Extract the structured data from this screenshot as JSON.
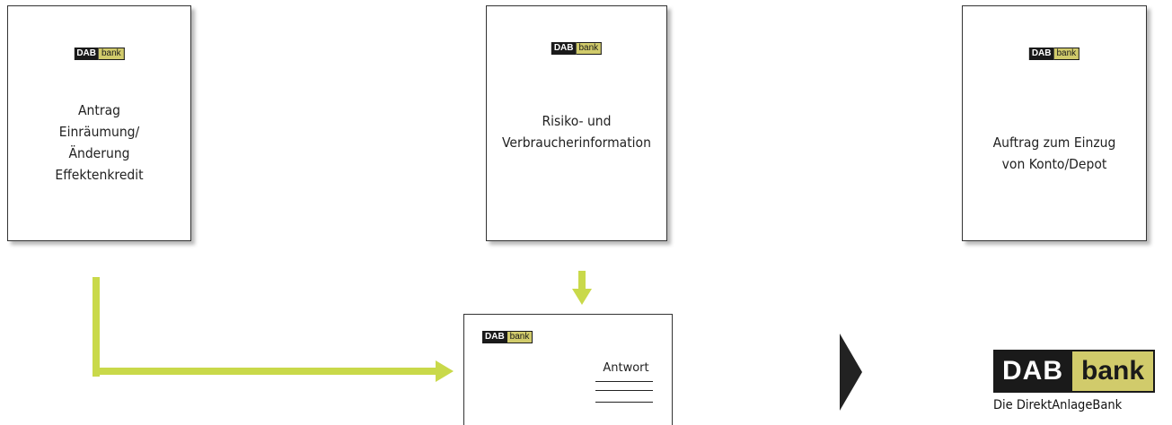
{
  "logo": {
    "dab": "DAB",
    "bank": "bank",
    "tagline": "Die DirektAnlageBank"
  },
  "documents": [
    {
      "lines": [
        "Antrag",
        "Einräumung/",
        "Änderung",
        "Effektenkredit"
      ]
    },
    {
      "lines": [
        "Risiko- und",
        "Verbraucherinformation"
      ]
    },
    {
      "lines": [
        "Auftrag zum Einzug",
        "von Konto/Depot"
      ]
    }
  ],
  "envelope": {
    "label": "Antwort"
  },
  "colors": {
    "accent_green": "#c9d94a",
    "logo_gold": "#d1cb6b",
    "logo_black": "#1a1a1a"
  }
}
